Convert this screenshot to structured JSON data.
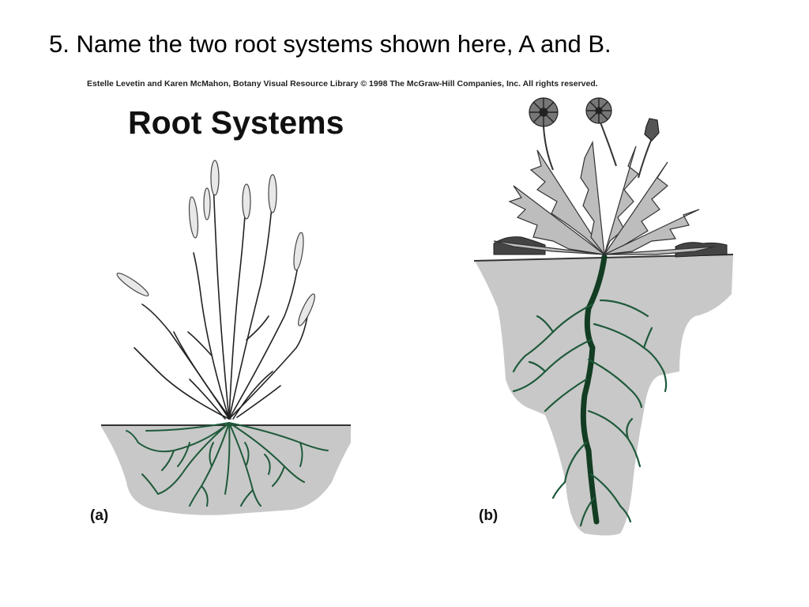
{
  "slide": {
    "question": "5. Name the two root systems shown here, A and B.",
    "credit": "Estelle Levetin and Karen McMahon, Botany Visual Resource Library © 1998 The McGraw-Hill Companies, Inc. All rights reserved.",
    "figure_title": "Root Systems",
    "panel_a_label": "(a)",
    "panel_b_label": "(b)"
  },
  "colors": {
    "soil": "#c8c8c8",
    "root": "#1f5a3a",
    "taproot": "#123d22",
    "leaf": "#bdbdbd",
    "outline": "#222222"
  },
  "icons": {
    "panel_a": "fibrous-root-grass-illustration",
    "panel_b": "taproot-dandelion-illustration"
  }
}
